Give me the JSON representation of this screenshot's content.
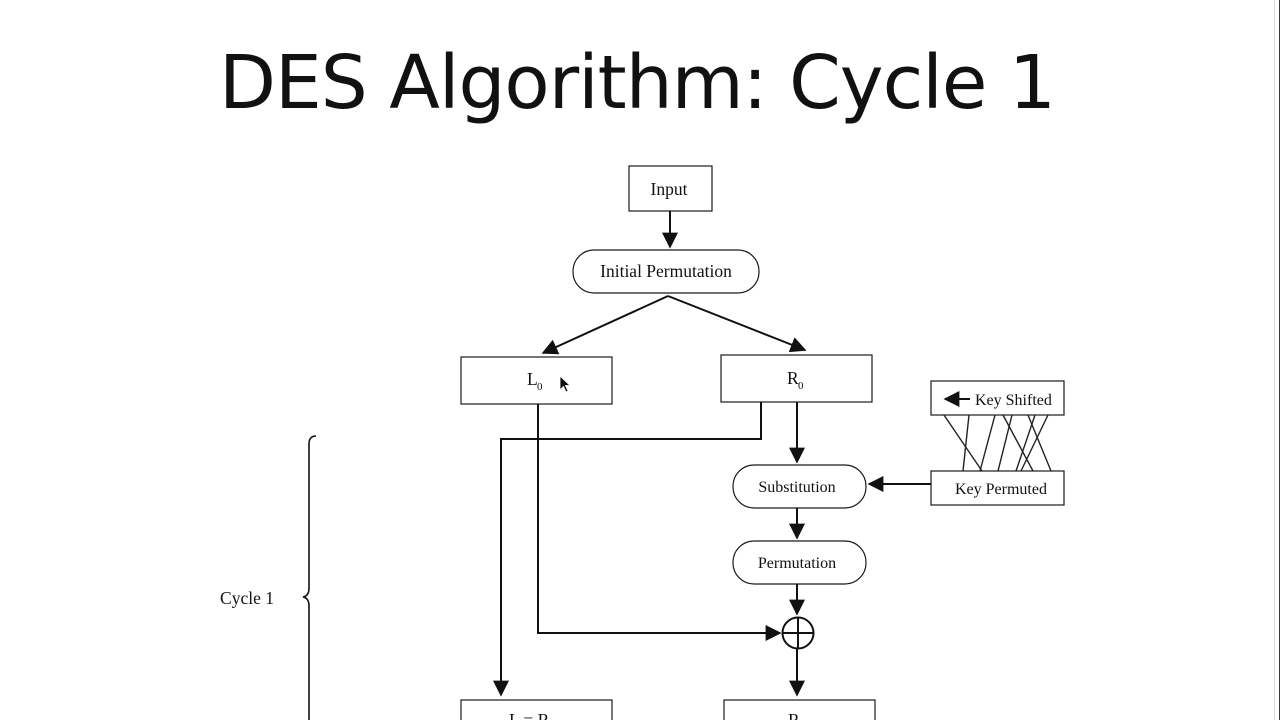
{
  "slide": {
    "title": "DES Algorithm: Cycle 1"
  },
  "diagram": {
    "input_label": "Input",
    "initial_permutation_label": "Initial Permutation",
    "left_half": {
      "letter": "L",
      "index": "0"
    },
    "right_half": {
      "letter": "R",
      "index": "0"
    },
    "key_shifted_label": "Key Shifted",
    "key_permuted_label": "Key Permuted",
    "substitution_label": "Substitution",
    "permutation_label": "Permutation",
    "cycle_label": "Cycle 1",
    "bottom_left_label": "L  = R",
    "bottom_right_label": "R"
  }
}
